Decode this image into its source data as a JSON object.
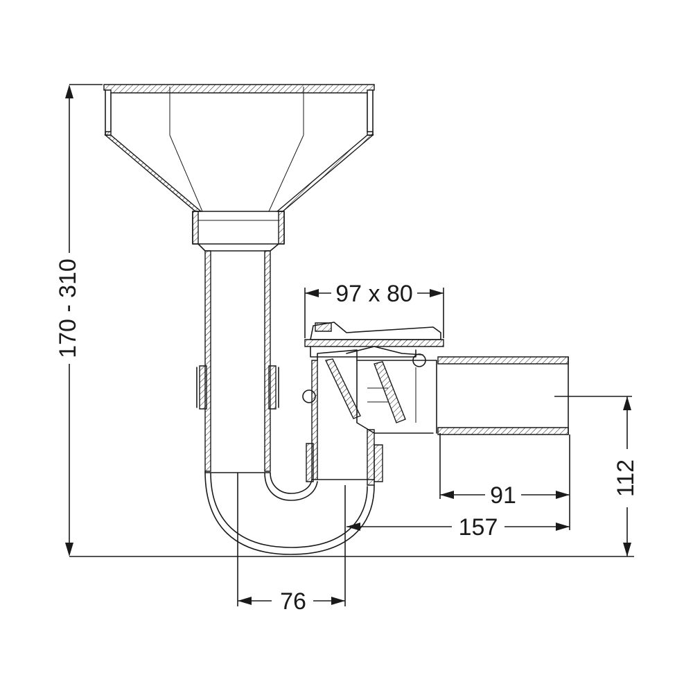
{
  "dimensions": {
    "height_range": "170 - 310",
    "grate_size": "97 x 80",
    "outlet_length": "91",
    "total_length": "157",
    "outlet_height": "112",
    "trap_spacing": "76"
  },
  "colors": {
    "line": "#1a1a1a",
    "background": "#ffffff"
  }
}
